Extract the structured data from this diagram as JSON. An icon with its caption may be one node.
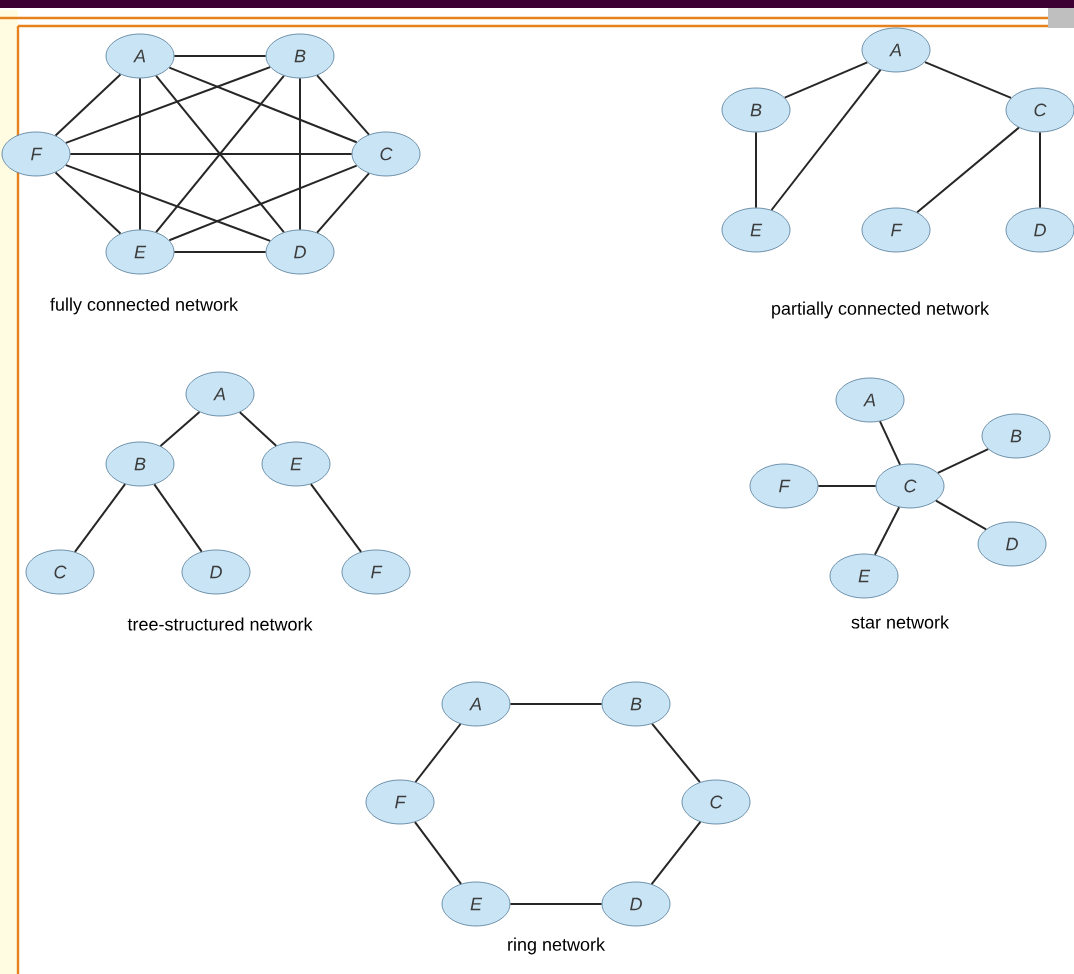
{
  "diagram": {
    "nodes": [
      {
        "text": [
          "A"
        ]
      },
      {
        "text": [
          "B"
        ]
      },
      {
        "text": [
          "C"
        ]
      },
      {
        "text": [
          "D"
        ]
      },
      {
        "text": [
          "E"
        ]
      },
      {
        "text": [
          "F"
        ]
      },
      {
        "text": [
          "A"
        ]
      },
      {
        "text": [
          "B"
        ]
      },
      {
        "text": [
          "C"
        ]
      },
      {
        "text": [
          "D"
        ]
      },
      {
        "text": [
          "E"
        ]
      },
      {
        "text": [
          "F"
        ]
      },
      {
        "text": [
          "A"
        ]
      },
      {
        "text": [
          "B"
        ]
      },
      {
        "text": [
          "C"
        ]
      },
      {
        "text": [
          "D"
        ]
      },
      {
        "text": [
          "E"
        ]
      },
      {
        "text": [
          "F"
        ]
      },
      {
        "text": [
          "A"
        ]
      },
      {
        "text": [
          "B"
        ]
      },
      {
        "text": [
          "C"
        ]
      },
      {
        "text": [
          "D"
        ]
      },
      {
        "text": [
          "E"
        ]
      },
      {
        "text": [
          "F"
        ]
      },
      {
        "text": [
          "A"
        ]
      },
      {
        "text": [
          "B"
        ]
      },
      {
        "text": [
          "C"
        ]
      },
      {
        "text": [
          "D"
        ]
      },
      {
        "text": [
          "E"
        ]
      },
      {
        "text": [
          "F"
        ]
      }
    ],
    "edges": [
      {
        "from": 0,
        "to": 1,
        "arrow": "none"
      },
      {
        "from": 0,
        "to": 2,
        "arrow": "none"
      },
      {
        "from": 0,
        "to": 3,
        "arrow": "none"
      },
      {
        "from": 0,
        "to": 4,
        "arrow": "none"
      },
      {
        "from": 0,
        "to": 5,
        "arrow": "none"
      },
      {
        "from": 1,
        "to": 2,
        "arrow": "none"
      },
      {
        "from": 1,
        "to": 3,
        "arrow": "none"
      },
      {
        "from": 1,
        "to": 4,
        "arrow": "none"
      },
      {
        "from": 1,
        "to": 5,
        "arrow": "none"
      },
      {
        "from": 2,
        "to": 3,
        "arrow": "none"
      },
      {
        "from": 2,
        "to": 4,
        "arrow": "none"
      },
      {
        "from": 2,
        "to": 5,
        "arrow": "none"
      },
      {
        "from": 3,
        "to": 4,
        "arrow": "none"
      },
      {
        "from": 3,
        "to": 5,
        "arrow": "none"
      },
      {
        "from": 4,
        "to": 5,
        "arrow": "none"
      },
      {
        "from": 6,
        "to": 7,
        "arrow": "none"
      },
      {
        "from": 6,
        "to": 10,
        "arrow": "none"
      },
      {
        "from": 6,
        "to": 8,
        "arrow": "none"
      },
      {
        "from": 7,
        "to": 10,
        "arrow": "none"
      },
      {
        "from": 8,
        "to": 11,
        "arrow": "none"
      },
      {
        "from": 8,
        "to": 9,
        "arrow": "none"
      },
      {
        "from": 12,
        "to": 13,
        "arrow": "none"
      },
      {
        "from": 12,
        "to": 16,
        "arrow": "none"
      },
      {
        "from": 13,
        "to": 14,
        "arrow": "none"
      },
      {
        "from": 13,
        "to": 15,
        "arrow": "none"
      },
      {
        "from": 16,
        "to": 17,
        "arrow": "none"
      },
      {
        "from": 20,
        "to": 18,
        "arrow": "none"
      },
      {
        "from": 20,
        "to": 19,
        "arrow": "none"
      },
      {
        "from": 20,
        "to": 23,
        "arrow": "none"
      },
      {
        "from": 20,
        "to": 21,
        "arrow": "none"
      },
      {
        "from": 20,
        "to": 22,
        "arrow": "none"
      },
      {
        "from": 24,
        "to": 25,
        "arrow": "none"
      },
      {
        "from": 25,
        "to": 26,
        "arrow": "none"
      },
      {
        "from": 26,
        "to": 27,
        "arrow": "none"
      },
      {
        "from": 27,
        "to": 28,
        "arrow": "none"
      },
      {
        "from": 28,
        "to": 29,
        "arrow": "none"
      },
      {
        "from": 29,
        "to": 24,
        "arrow": "none"
      }
    ],
    "labels": [
      "fully connected network",
      "partially connected network",
      "tree-structured network",
      "star network",
      "ring network"
    ]
  }
}
